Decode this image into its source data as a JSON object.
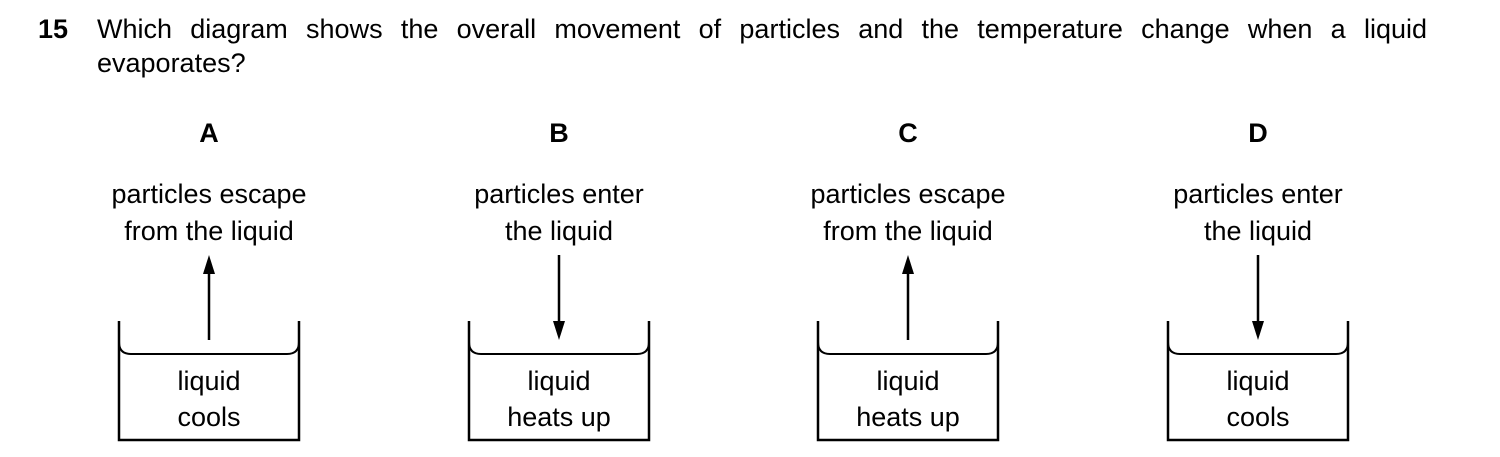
{
  "question": {
    "number": "15",
    "text": "Which diagram shows the overall movement of particles and the temperature change when a liquid evaporates?"
  },
  "options": [
    {
      "letter": "A",
      "caption_line1": "particles escape",
      "caption_line2": "from the liquid",
      "direction": "up",
      "liquid_line1": "liquid",
      "liquid_line2": "cools"
    },
    {
      "letter": "B",
      "caption_line1": "particles enter",
      "caption_line2": "the liquid",
      "direction": "down",
      "liquid_line1": "liquid",
      "liquid_line2": "heats up"
    },
    {
      "letter": "C",
      "caption_line1": "particles escape",
      "caption_line2": "from the liquid",
      "direction": "up",
      "liquid_line1": "liquid",
      "liquid_line2": "heats up"
    },
    {
      "letter": "D",
      "caption_line1": "particles enter",
      "caption_line2": "the liquid",
      "direction": "down",
      "liquid_line1": "liquid",
      "liquid_line2": "cools"
    }
  ]
}
